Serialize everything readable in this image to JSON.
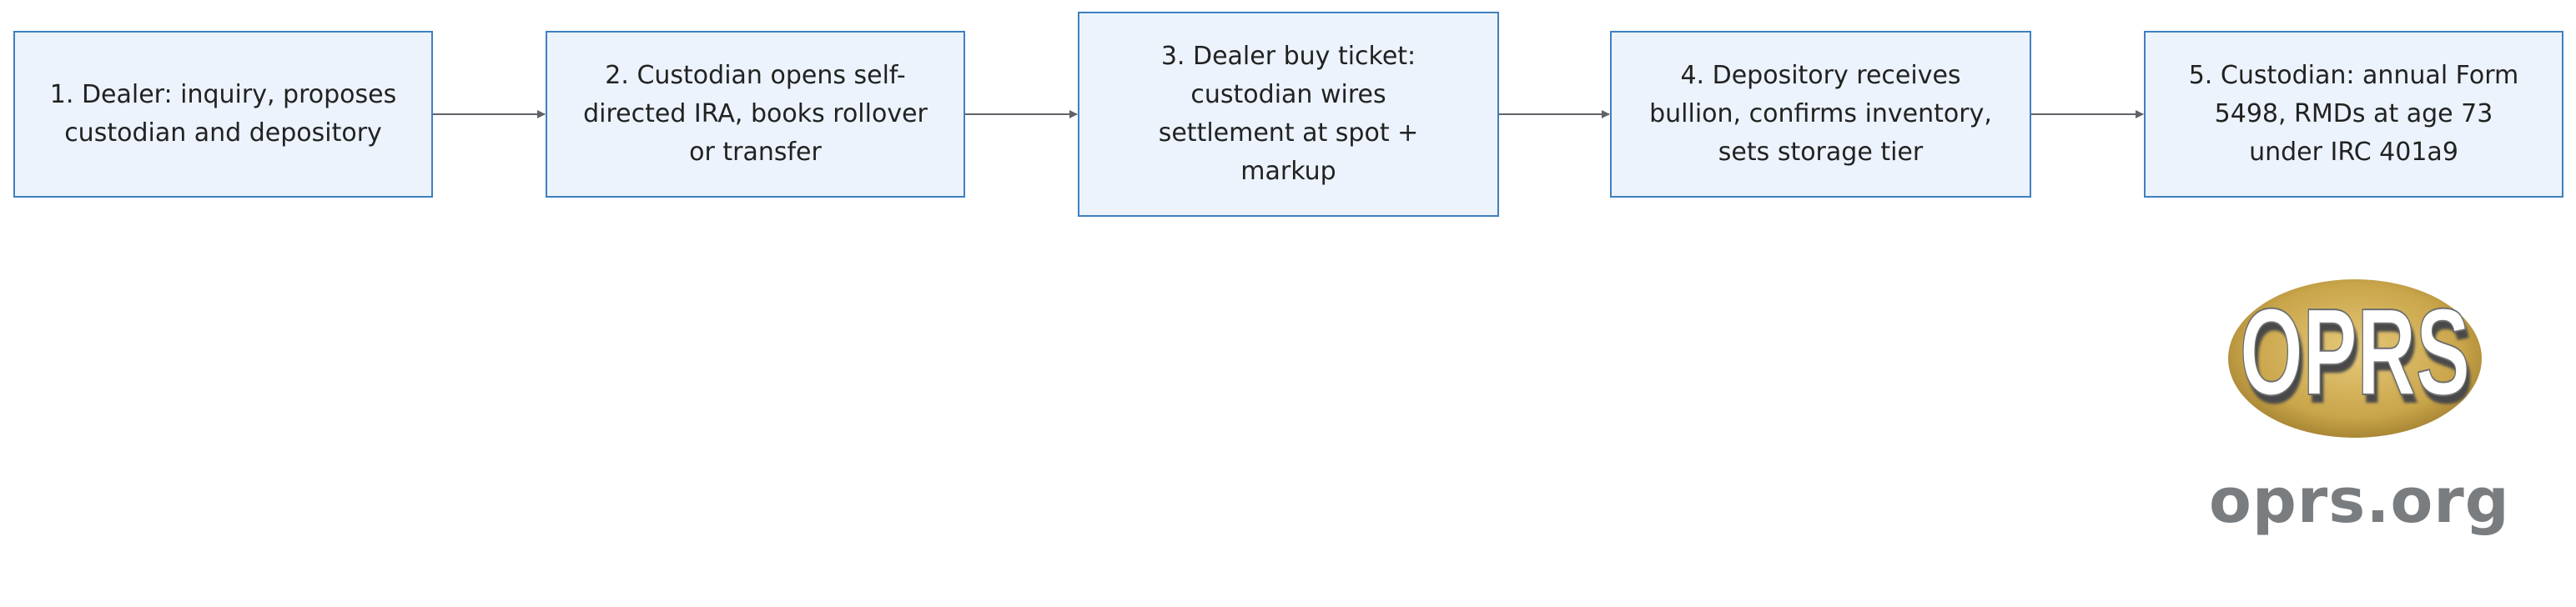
{
  "flow": {
    "steps": [
      {
        "label": "1. Dealer: inquiry, proposes custodian and depository"
      },
      {
        "label": "2. Custodian opens self-directed IRA, books rollover or transfer"
      },
      {
        "label": "3. Dealer buy ticket: custodian wires settlement at spot + markup"
      },
      {
        "label": "4. Depository receives bullion, confirms inventory, sets storage tier"
      },
      {
        "label": "5. Custodian: annual Form 5498, RMDs at age 73 under IRC 401a9"
      }
    ]
  },
  "logo": {
    "wordmark": "OPRS",
    "url_text": "oprs.org",
    "badge_color": "#c9a54a",
    "text_color": "#7a7d80"
  },
  "colors": {
    "box_fill": "#ecf3fc",
    "box_border": "#3f7fc1",
    "arrow": "#5f6368"
  }
}
